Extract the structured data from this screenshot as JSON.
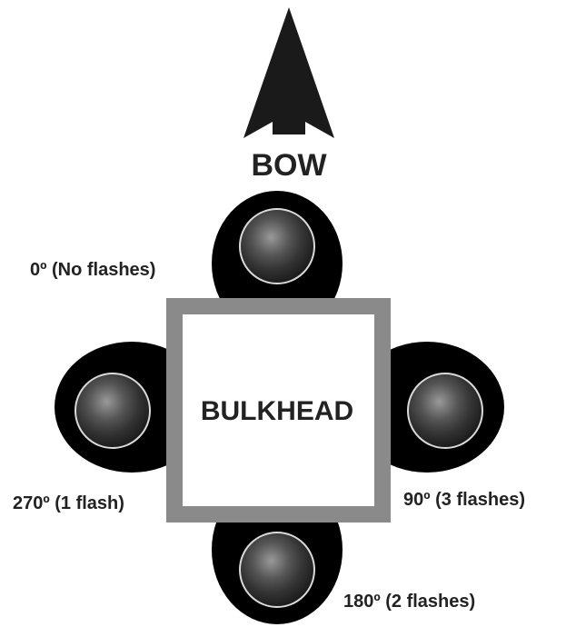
{
  "direction_label": "BOW",
  "bulkhead_label": "BULKHEAD",
  "positions": [
    {
      "id": "top",
      "label": "0º (No flashes)"
    },
    {
      "id": "right",
      "label": "90º (3 flashes)"
    },
    {
      "id": "bottom",
      "label": "180º (2 flashes)"
    },
    {
      "id": "left",
      "label": "270º (1 flash)"
    }
  ],
  "colors": {
    "arrow": "#1a1a1a",
    "mount": "#000000",
    "bulkhead_frame": "#8a8a8a",
    "bulkhead_fill": "#ffffff",
    "lens_ring": "#d9d9d9"
  },
  "icons": {
    "arrow": "up-arrow-icon",
    "light": "light-dome-icon"
  }
}
